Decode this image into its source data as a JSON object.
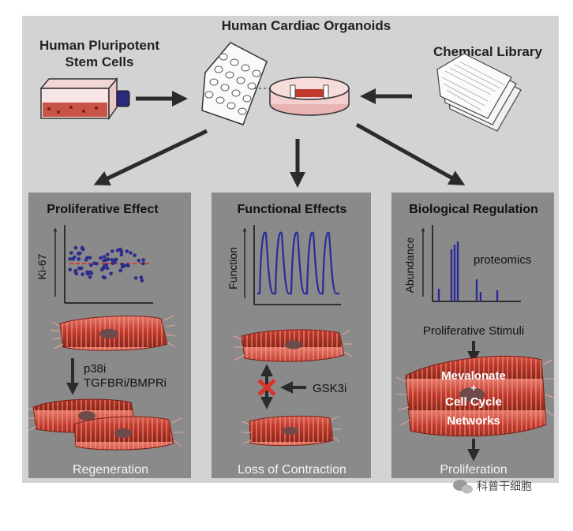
{
  "header": {
    "title": "Human Cardiac Organoids",
    "left_label_line1": "Human Pluripotent",
    "left_label_line2": "Stem Cells",
    "right_label": "Chemical Library"
  },
  "panels": {
    "proliferative": {
      "title": "Proliferative Effect",
      "ylabel": "Ki-67",
      "treatment_line1": "p38i",
      "treatment_line2": "TGFBRi/BMPRi",
      "result": "Regeneration"
    },
    "functional": {
      "title": "Functional Effects",
      "ylabel": "Function",
      "inhibitor": "GSK3i",
      "result": "Loss of Contraction"
    },
    "biological": {
      "title": "Biological Regulation",
      "ylabel": "Abundance",
      "plot_label": "proteomics",
      "stimuli": "Proliferative Stimuli",
      "cell_line1": "Mevalonate",
      "cell_plus": "+",
      "cell_line2": "Cell Cycle",
      "cell_line3": "Networks",
      "result": "Proliferation"
    }
  },
  "watermark": {
    "text": "科普干细胞"
  },
  "colors": {
    "panel_bg": "#8a8a8a",
    "top_bg": "#d3d3d3",
    "muscle": "#c0392b",
    "dots": "#2c2c8c",
    "trace": "#2a2a9a",
    "threshold": "#d9342b"
  }
}
